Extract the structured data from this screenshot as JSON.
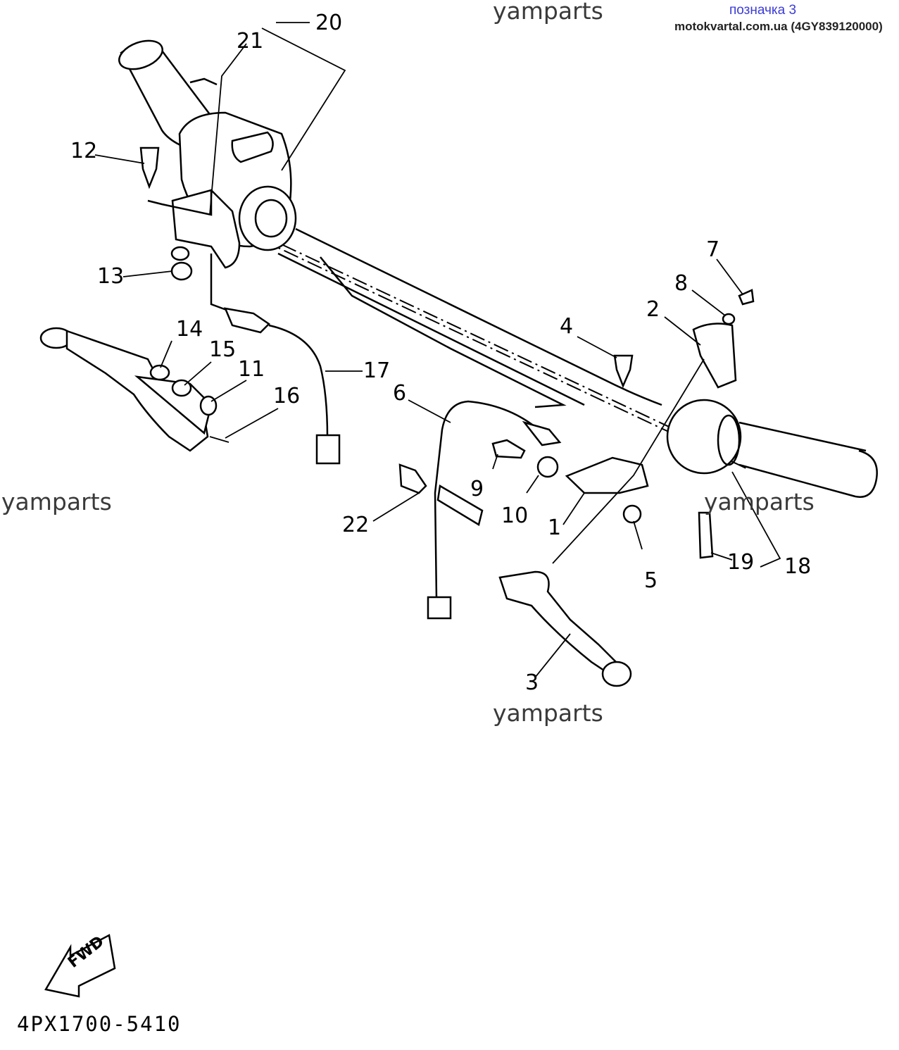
{
  "header": {
    "link_text": "позначка 3",
    "site_text": "motokvartal.com.ua (4GY839120000)"
  },
  "watermarks": [
    "yamparts",
    "yamparts",
    "yamparts",
    "yamparts"
  ],
  "callouts": {
    "c1": "1",
    "c2": "2",
    "c3": "3",
    "c4": "4",
    "c5": "5",
    "c6": "6",
    "c7": "7",
    "c8": "8",
    "c9": "9",
    "c10": "10",
    "c11": "11",
    "c12": "12",
    "c13": "13",
    "c14": "14",
    "c15": "15",
    "c16": "16",
    "c17": "17",
    "c18": "18",
    "c19": "19",
    "c20": "20",
    "c21": "21",
    "c22": "22"
  },
  "fwd_label": "FWD",
  "diagram_code": "4PX1700-5410"
}
